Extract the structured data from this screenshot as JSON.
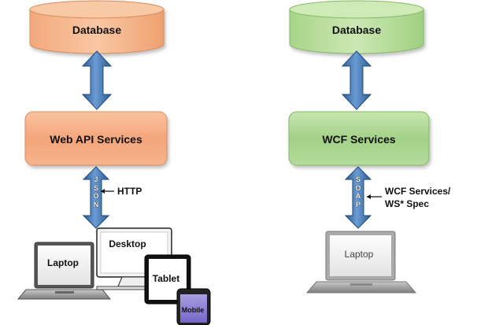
{
  "left": {
    "database_label": "Database",
    "service_label": "Web API Services",
    "format_label": "JSON",
    "protocol_label": "HTTP",
    "clients": {
      "laptop": "Laptop",
      "desktop": "Desktop",
      "tablet": "Tablet",
      "mobile": "Mobile"
    },
    "colors": {
      "database": "#f6b68c",
      "service": "#f4a57a"
    }
  },
  "right": {
    "database_label": "Database",
    "service_label": "WCF Services",
    "format_label": "SOAP",
    "protocol_line1": "WCF Services/",
    "protocol_line2": "WS* Spec",
    "clients": {
      "laptop": "Laptop"
    },
    "colors": {
      "database": "#b8dc9c",
      "service": "#a8d48c"
    }
  },
  "colors": {
    "arrow": "#4f81bd",
    "arrow_dark": "#2c5d95"
  }
}
